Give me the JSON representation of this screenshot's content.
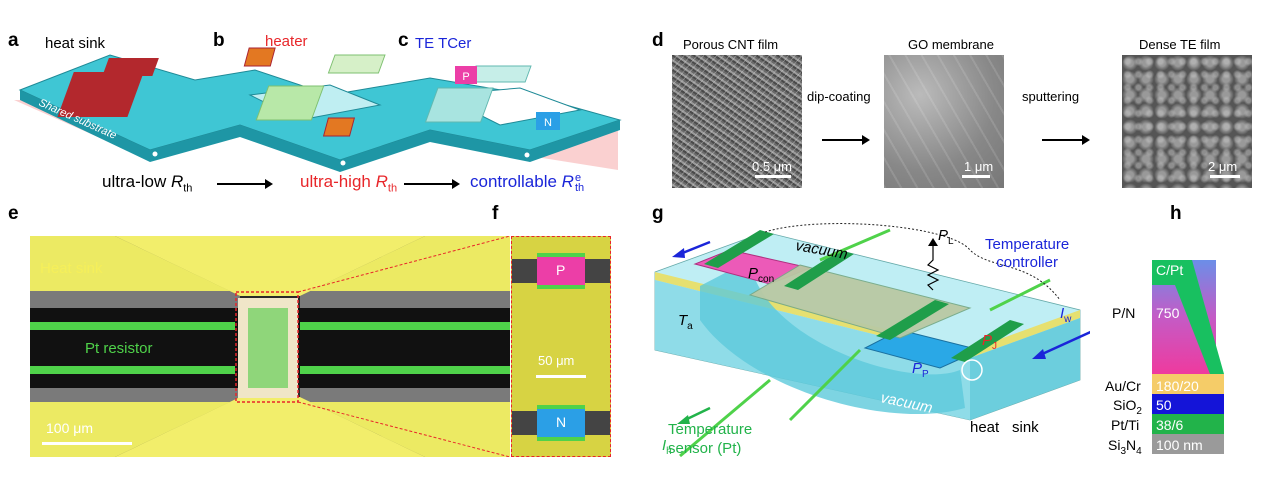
{
  "panels": {
    "a": "a",
    "b": "b",
    "c": "c",
    "d": "d",
    "e": "e",
    "f": "f",
    "g": "g",
    "h": "h"
  },
  "abc": {
    "heat_sink": "heat sink",
    "heater": "heater",
    "te_tcer": "TE TCer",
    "substrate": "Shared substrate",
    "p": "P",
    "n": "N",
    "ultra_low_prefix": "ultra-low ",
    "ultra_high_prefix": "ultra-high ",
    "controllable_prefix": "controllable ",
    "R": "R",
    "th": "th",
    "e_sup": "e"
  },
  "d": {
    "porous": "Porous CNT film",
    "go": "GO membrane",
    "dense": "Dense TE film",
    "dip": "dip-coating",
    "sputter": "sputtering",
    "sb1": "0.5 μm",
    "sb2": "1 μm",
    "sb3": "2 μm"
  },
  "e": {
    "heat_sink": "Heat sink",
    "pt_resistor": "Pt resistor",
    "scale": "100 μm"
  },
  "f": {
    "p": "P",
    "n": "N",
    "scale": "50 μm"
  },
  "g": {
    "vacuum_top": "vacuum",
    "vacuum_bottom": "vacuum",
    "temp_controller_1": "Temperature",
    "temp_controller_2": "controller",
    "temp_sensor_1": "Temperature",
    "temp_sensor_2": "sensor (Pt)",
    "heat": "heat",
    "sink": "sink",
    "P": "P",
    "con": "con",
    "L": "L",
    "J": "J",
    "Pp": "P",
    "Pp_sub": "P",
    "T": "T",
    "a_sub": "a",
    "I": "I",
    "h_sub": "h",
    "w_sub": "w"
  },
  "h": {
    "cpt": "C/Pt",
    "pn": "P/N",
    "pn_val": "750",
    "aucr": "Au/Cr",
    "aucr_val": "180/20",
    "sio2": "SiO",
    "sio2_sub": "2",
    "sio2_val": "50",
    "ptti": "Pt/Ti",
    "ptti_val": "38/6",
    "si3n4_a": "Si",
    "si3n4_sub1": "3",
    "si3n4_b": "N",
    "si3n4_sub2": "4",
    "si3n4_val": "100 nm"
  },
  "colors": {
    "cyan": "#29b8c8",
    "red": "#e8262a",
    "blue": "#1a25d9",
    "green": "#22b34a",
    "yellow": "#e6e44a",
    "magenta": "#ec3ea7"
  }
}
